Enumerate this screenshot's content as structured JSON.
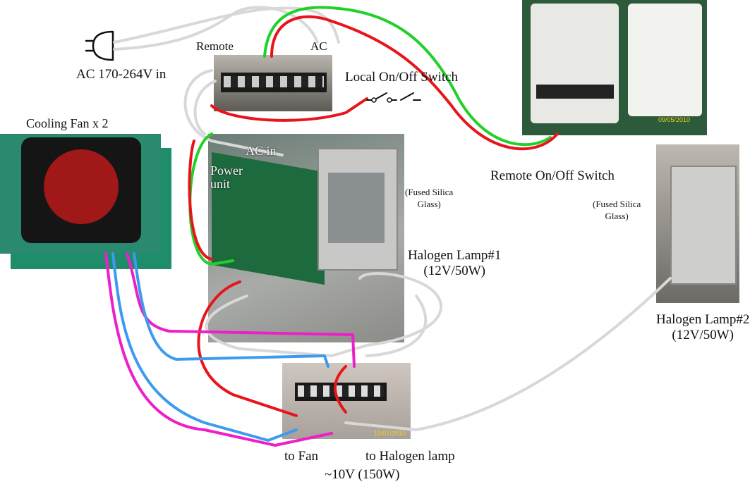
{
  "labels": {
    "ac_in": "AC 170-264V in",
    "remote": "Remote",
    "ac": "AC",
    "local_switch": "Local On/Off Switch",
    "cooling_fan": "Cooling Fan x 2",
    "power_ac_in": "AC in",
    "power_unit_1": "Power",
    "power_unit_2": "unit",
    "fused_1a": "(Fused Silica",
    "fused_1b": "Glass)",
    "remote_switch": "Remote On/Off Switch",
    "fused_2a": "(Fused Silica",
    "fused_2b": "Glass)",
    "lamp1_name": "Halogen Lamp#1",
    "lamp1_spec": "(12V/50W)",
    "lamp2_name": "Halogen Lamp#2",
    "lamp2_spec": "(12V/50W)",
    "to_fan": "to Fan",
    "to_lamp": "to Halogen lamp",
    "output": "~10V (150W)"
  },
  "photo_stamps": {
    "switch_box": "09/05/2010",
    "terminal": "10/07/2010"
  },
  "wire_colors": {
    "red": "#e8141c",
    "green": "#22d02a",
    "white": "#d8d8d8",
    "blue": "#3d9bef",
    "magenta": "#ec1fc8"
  }
}
